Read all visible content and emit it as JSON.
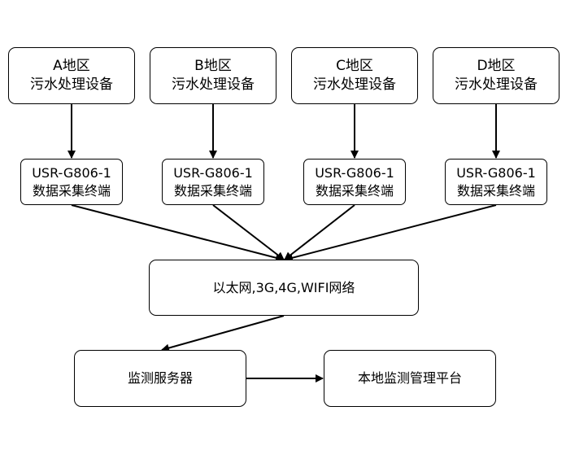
{
  "regions": [
    {
      "line1": "A地区",
      "line2": "污水处理设备"
    },
    {
      "line1": "B地区",
      "line2": "污水处理设备"
    },
    {
      "line1": "C地区",
      "line2": "污水处理设备"
    },
    {
      "line1": "D地区",
      "line2": "污水处理设备"
    }
  ],
  "terminals": [
    {
      "line1": "USR-G806-1",
      "line2": "数据采集终端"
    },
    {
      "line1": "USR-G806-1",
      "line2": "数据采集终端"
    },
    {
      "line1": "USR-G806-1",
      "line2": "数据采集终端"
    },
    {
      "line1": "USR-G806-1",
      "line2": "数据采集终端"
    }
  ],
  "network": {
    "label": "以太网,3G,4G,WIFI网络"
  },
  "server": {
    "label": "监测服务器"
  },
  "platform": {
    "label": "本地监测管理平台"
  },
  "colors": {
    "line": "#000000",
    "box_fill": "#ffffff"
  }
}
